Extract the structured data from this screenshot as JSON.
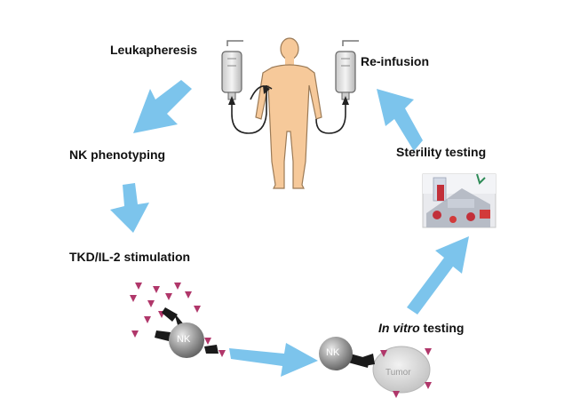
{
  "labels": {
    "leukapheresis": "Leukapheresis",
    "reinfusion": "Re-infusion",
    "nk_phenotyping": "NK phenotyping",
    "sterility_testing": "Sterility testing",
    "tkd_stimulation": "TKD/IL-2 stimulation",
    "in_vitro_italic": "In vitro",
    "in_vitro_rest": " testing",
    "nk_cell_1": "NK",
    "nk_cell_2": "NK",
    "tumor": "Tumor"
  },
  "colors": {
    "arrow": "#7cc4ec",
    "skin": "#f6c99a",
    "skin_outline": "#9b7a56",
    "triangle": "#b0376a",
    "cell_gray": "#8c8c8c"
  }
}
